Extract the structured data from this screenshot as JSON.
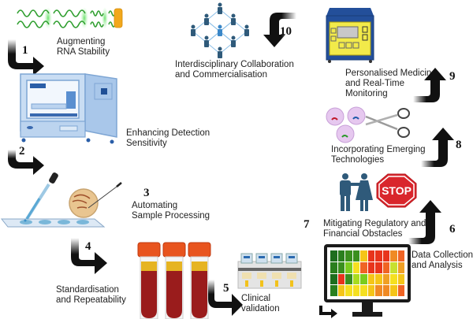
{
  "diagram": {
    "type": "workflow",
    "steps": [
      {
        "number": "1",
        "label_line1": "Augmenting",
        "label_line2": "RNA Stability",
        "icon": "rna-strands-icon"
      },
      {
        "number": "2",
        "label_line1": "Enhancing Detection",
        "label_line2": "Sensitivity",
        "icon": "lab-automation-instrument-icon"
      },
      {
        "number": "3",
        "label_line1": "Automating",
        "label_line2": "Sample Processing",
        "icon": "pipette-petri-dish-icon"
      },
      {
        "number": "4",
        "label_line1": "Standardisation",
        "label_line2": "and Repeatability",
        "icon": "blood-tubes-icon"
      },
      {
        "number": "5",
        "label_line1": "Clinical",
        "label_line2": "validation",
        "icon": "sample-rack-icon"
      },
      {
        "number": "6",
        "label_line1": "Data Collection",
        "label_line2": "and Analysis",
        "icon": "heatmap-monitor-icon"
      },
      {
        "number": "7",
        "label_line1": "Mitigating Regulatory and",
        "label_line2": "Financial Obstacles",
        "icon": "people-stop-sign-icon"
      },
      {
        "number": "8",
        "label_line1": "Incorporating Emerging",
        "label_line2": "Technologies",
        "icon": "crispr-scissors-icon"
      },
      {
        "number": "9",
        "label_line1": "Personalised Medicine",
        "label_line2": "and Real-Time",
        "label_line3": "Monitoring",
        "icon": "monitor-device-icon"
      },
      {
        "number": "10",
        "label_line1": "Interdisciplinary Collaboration",
        "label_line2": "and Commercialisation",
        "icon": "network-people-icon"
      }
    ],
    "stop_sign_text": "STOP",
    "colors": {
      "arrow": "#111111",
      "rna_green": "#2e9e2e",
      "instrument_blue": "#9fc3ea",
      "network_blue": "#3a87c8",
      "device_blue": "#234f9a",
      "device_yellow": "#f2ea4a",
      "tube_cap": "#e8541e",
      "tube_blood": "#9a1c1c",
      "tube_plasma": "#e6b422",
      "stop_red": "#d9262c",
      "people_blue": "#2f5a7a"
    },
    "heatmap": [
      [
        "#1e6e1e",
        "#2a7f1e",
        "#3a8f1e",
        "#3a8f1e",
        "#f5c518",
        "#e8341c",
        "#e8341c",
        "#e8341c",
        "#f08a24",
        "#f06424"
      ],
      [
        "#2a7f1e",
        "#3a8f1e",
        "#7acc1e",
        "#f5e020",
        "#f06424",
        "#e8341c",
        "#e8341c",
        "#f06424",
        "#c8e030",
        "#f0a024"
      ],
      [
        "#1e6e1e",
        "#e8341c",
        "#3a8f1e",
        "#a8dc1e",
        "#7acc1e",
        "#f5c518",
        "#f5c518",
        "#f0a024",
        "#f5e020",
        "#f5c518"
      ],
      [
        "#2a7f1e",
        "#f5c518",
        "#f5e020",
        "#f5e020",
        "#f5e020",
        "#f5c518",
        "#f08a24",
        "#f08a24",
        "#f5c518",
        "#f06424"
      ]
    ]
  }
}
